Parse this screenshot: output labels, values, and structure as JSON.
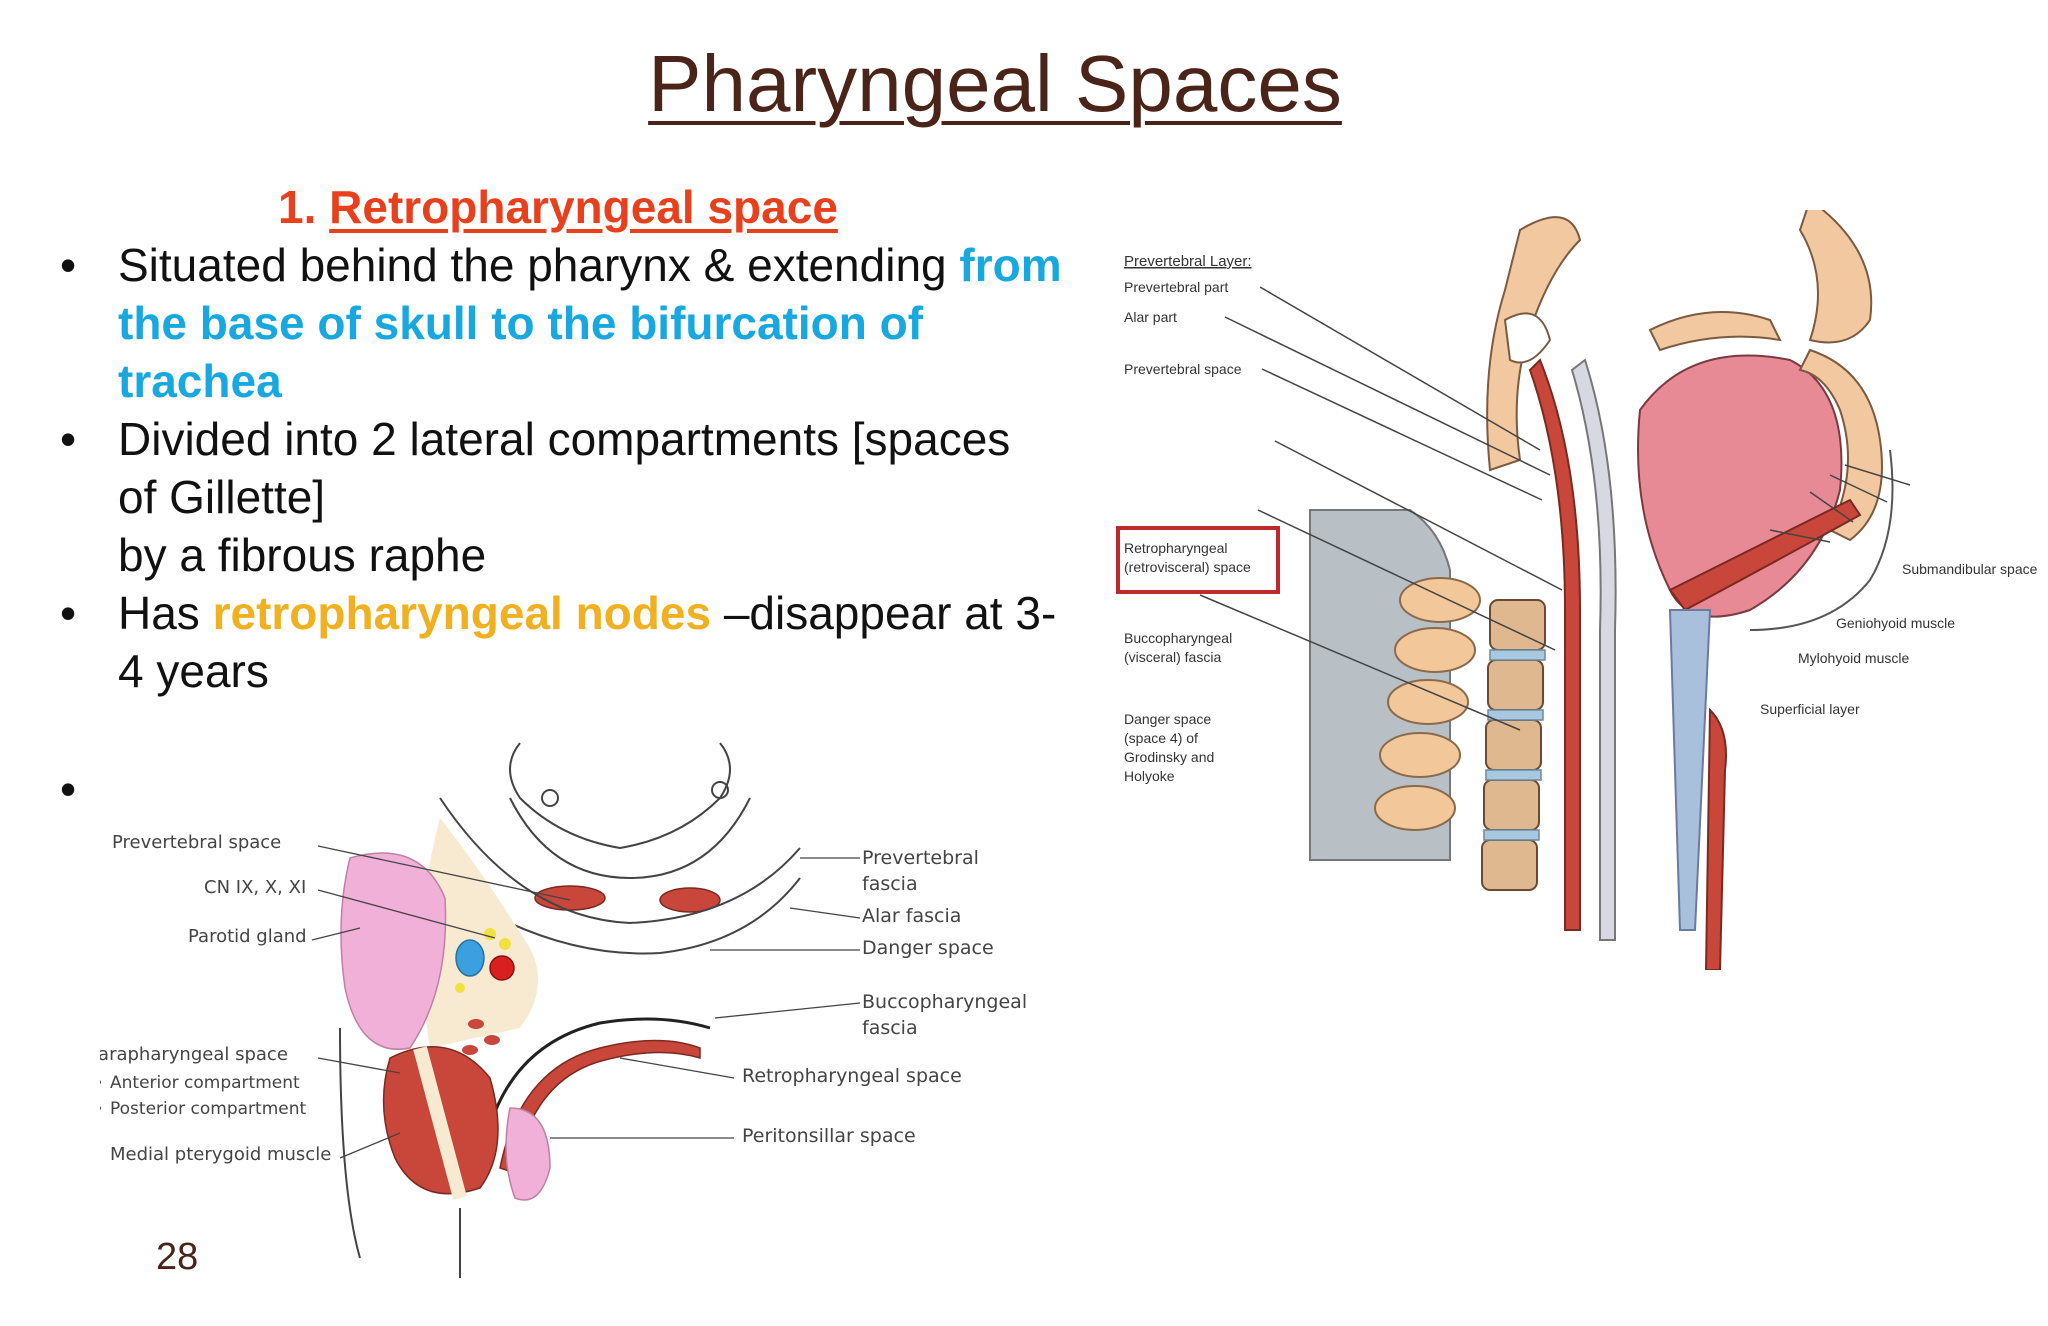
{
  "slide": {
    "title": "Pharyngeal Spaces",
    "subheading_num": "1. ",
    "subheading_text": "Retropharyngeal space",
    "page_number": "28"
  },
  "bullets": {
    "b1_text": "Situated behind the pharynx & extending",
    "b1_highlight": "from the  base of skull to the bifurcation of trachea",
    "b2_line1": "Divided into 2 lateral compartments [spaces",
    "b2_line2": "of Gillette]",
    "b2_line3": "by a fibrous raphe",
    "b3_pre": "Has ",
    "b3_highlight": "retropharyngeal nodes",
    "b3_post": " –disappear at 3-4 years",
    "bullet_char": "•"
  },
  "figure_right": {
    "heading": "Prevertebral Layer:",
    "labels": {
      "prevertebral_part": "Prevertebral part",
      "alar_part": "Alar part",
      "prevertebral_space": "Prevertebral space",
      "retro_line1": "Retropharyngeal",
      "retro_line2": "(retrovisceral) space",
      "bucco_line1": "Buccopharyngeal",
      "bucco_line2": "(visceral) fascia",
      "danger_line1": "Danger space",
      "danger_line2": "(space 4) of",
      "danger_line3": "Grodinsky and",
      "danger_line4": "Holyoke",
      "submandibular": "Submandibular space",
      "geniohyoid": "Geniohyoid muscle",
      "mylohyoid": "Mylohyoid muscle",
      "superficial": "Superficial layer"
    }
  },
  "figure_left": {
    "labels": {
      "prevertebral_space": "Prevertebral space",
      "cn": "CN IX, X, XI",
      "parotid": "Parotid gland",
      "parapharyngeal": "Parapharyngeal space",
      "anterior": "Anterior compartment",
      "posterior": "Posterior compartment",
      "medial_pterygoid": "Medial pterygoid muscle",
      "prevertebral_fascia_1": "Prevertebral",
      "prevertebral_fascia_2": "fascia",
      "alar_fascia": "Alar fascia",
      "danger_space": "Danger space",
      "bucco_1": "Buccopharyngeal",
      "bucco_2": "fascia",
      "retropharyngeal": "Retropharyngeal space",
      "peritonsillar": "Peritonsillar space"
    }
  },
  "colors": {
    "title": "#4a2418",
    "subheading": "#e8401c",
    "highlight_blue": "#18a8e0",
    "highlight_orange": "#f0b020",
    "box_red": "#c0282c"
  }
}
